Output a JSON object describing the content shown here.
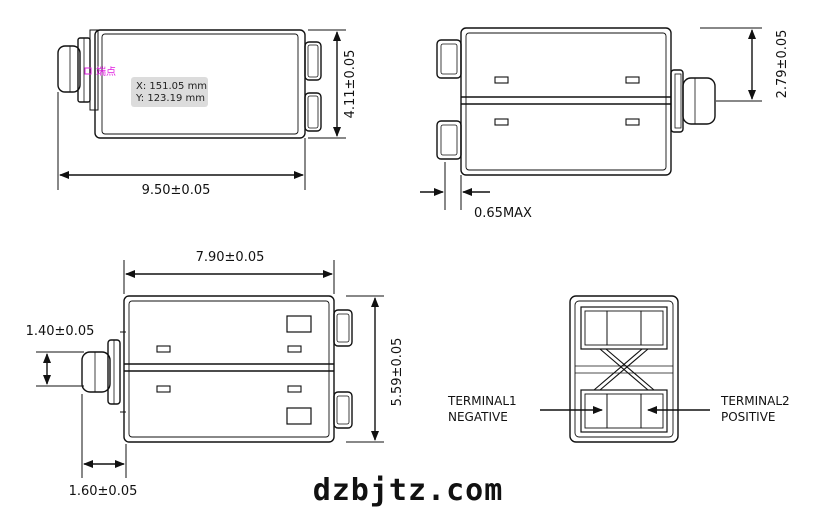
{
  "dimensions": {
    "front_width": "9.50±0.05",
    "front_height": "4.11±0.05",
    "side_height": "2.79±0.05",
    "side_terminal": "0.65MAX",
    "top_width": "7.90±0.05",
    "top_height": "5.59±0.05",
    "top_connector_height": "1.40±0.05",
    "top_connector_width": "1.60±0.05"
  },
  "cursor_tooltip": {
    "x": "X: 151.05 mm",
    "y": "Y: 123.19 mm",
    "snap_label": "端点"
  },
  "terminals": {
    "t1_name": "TERMINAL1",
    "t1_polarity": "NEGATIVE",
    "t2_name": "TERMINAL2",
    "t2_polarity": "POSITIVE"
  },
  "watermark": "dzbjtz.com",
  "colors": {
    "line": "#111111",
    "tooltip_bg": "#dcdcdc",
    "snap": "#e020e0"
  }
}
